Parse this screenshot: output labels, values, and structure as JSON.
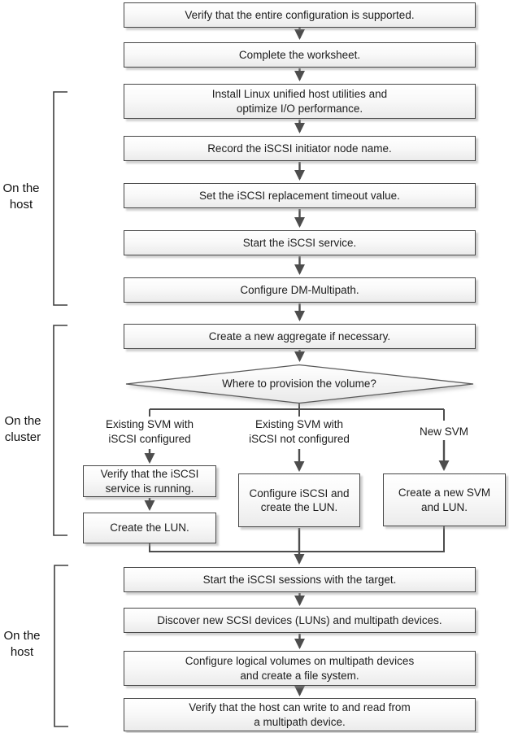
{
  "colors": {
    "box_border": "#464646",
    "connector": "#4d4d4d",
    "text": "#1c1c1c",
    "box_fill_top": "#ffffff",
    "box_fill_bottom": "#ebebeb"
  },
  "side_labels": {
    "host_top": "On the\nhost",
    "cluster": "On the\ncluster",
    "host_bottom": "On the\nhost"
  },
  "flow": {
    "verify_config": "Verify that the entire configuration is supported.",
    "complete_worksheet": "Complete the worksheet.",
    "install_utilities": "Install Linux unified host utilities and\noptimize I/O performance.",
    "record_initiator": "Record the iSCSI initiator node name.",
    "set_timeout": "Set the iSCSI replacement timeout value.",
    "start_service": "Start the iSCSI service.",
    "configure_dm_multipath": "Configure DM-Multipath.",
    "create_aggregate": "Create a new aggregate if necessary.",
    "decision": "Where to provision the volume?",
    "branch_labels": {
      "existing_configured": "Existing SVM with\niSCSI configured",
      "existing_not_configured": "Existing SVM with\niSCSI not configured",
      "new_svm": "New SVM"
    },
    "verify_iscsi_running": "Verify that the iSCSI\nservice is running.",
    "create_lun": "Create the LUN.",
    "configure_iscsi_create_lun": "Configure iSCSI and\ncreate the LUN.",
    "create_svm_lun": "Create a new SVM\nand LUN.",
    "start_sessions": "Start the iSCSI sessions with the target.",
    "discover_devices": "Discover new SCSI devices (LUNs) and multipath devices.",
    "configure_volumes": "Configure logical volumes on multipath devices\nand create a file system.",
    "verify_write_read": "Verify that the host can write to and read from\na multipath device."
  }
}
